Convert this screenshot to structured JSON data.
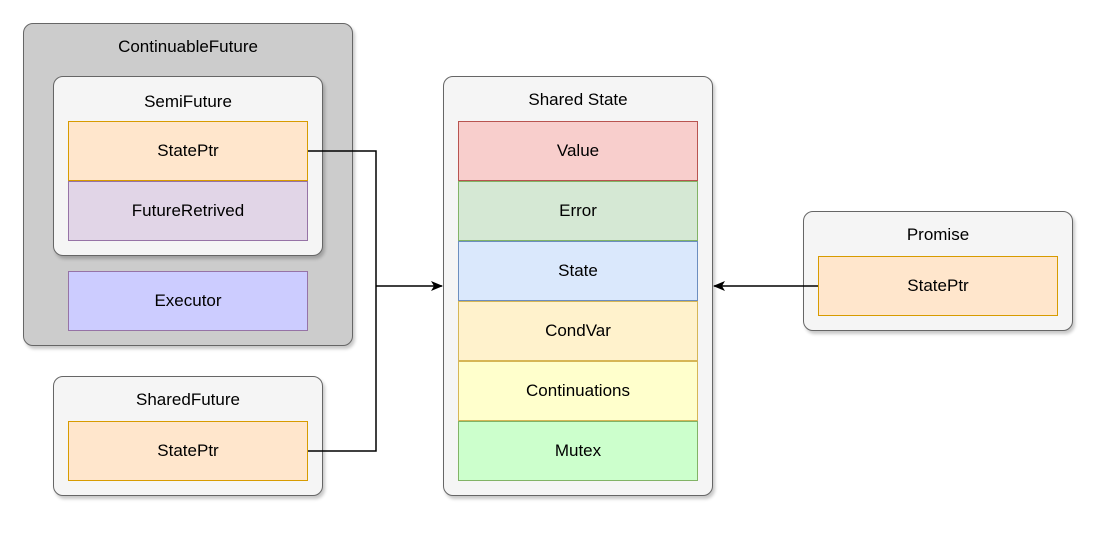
{
  "continuable_future": {
    "title": "ContinuableFuture",
    "semi_future": {
      "title": "SemiFuture",
      "fields": [
        {
          "label": "StatePtr",
          "fill": "#ffe6cc",
          "stroke": "#d79b00"
        },
        {
          "label": "FutureRetrived",
          "fill": "#e1d5e7",
          "stroke": "#9673a6"
        }
      ]
    },
    "executor": {
      "label": "Executor",
      "fill": "#ccccff",
      "stroke": "#9673a6"
    }
  },
  "shared_future": {
    "title": "SharedFuture",
    "fields": [
      {
        "label": "StatePtr",
        "fill": "#ffe6cc",
        "stroke": "#d79b00"
      }
    ]
  },
  "shared_state": {
    "title": "Shared State",
    "fields": [
      {
        "label": "Value",
        "fill": "#f8cecc",
        "stroke": "#b85450"
      },
      {
        "label": "Error",
        "fill": "#d5e8d4",
        "stroke": "#82b366"
      },
      {
        "label": "State",
        "fill": "#dae8fc",
        "stroke": "#6c8ebf"
      },
      {
        "label": "CondVar",
        "fill": "#fff2cc",
        "stroke": "#d6b656"
      },
      {
        "label": "Continuations",
        "fill": "#ffffcc",
        "stroke": "#d6b656"
      },
      {
        "label": "Mutex",
        "fill": "#ccffcc",
        "stroke": "#82b366"
      }
    ]
  },
  "promise": {
    "title": "Promise",
    "fields": [
      {
        "label": "StatePtr",
        "fill": "#ffe6cc",
        "stroke": "#d79b00"
      }
    ]
  },
  "colors": {
    "outer_container_fill": "#cccccc",
    "container_fill": "#f5f5f5",
    "container_stroke": "#666666",
    "connector": "#000000"
  }
}
